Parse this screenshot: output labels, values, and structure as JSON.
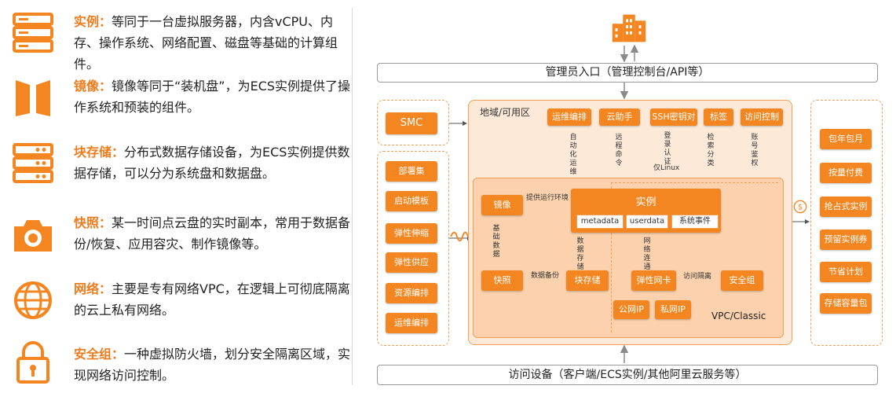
{
  "legend": [
    {
      "title": "实例：",
      "text": "等同于一台虚拟服务器，内含vCPU、内存、操作系统、网络配置、磁盘等基础的计算组件。",
      "icon": "server-icon"
    },
    {
      "title": "镜像：",
      "text": "镜像等同于“装机盘”，为ECS实例提供了操作系统和预装的组件。",
      "icon": "image-door-icon"
    },
    {
      "title": "块存储：",
      "text": "分布式数据存储设备，为ECS实例提供数据存储，可以分为系统盘和数据盘。",
      "icon": "storage-icon"
    },
    {
      "title": "快照：",
      "text": "某一时间点云盘的实时副本，常用于数据备份/恢复、应用容灾、制作镜像等。",
      "icon": "camera-icon"
    },
    {
      "title": "网络：",
      "text": "主要是专有网络VPC，在逻辑上可彻底隔离的云上私有网络。",
      "icon": "globe-icon"
    },
    {
      "title": "安全组：",
      "text": "一种虚拟防火墙，划分安全隔离区域，实现网络访问控制。",
      "icon": "lock-icon"
    }
  ],
  "diagram": {
    "top_bar": "管理员入口（管理控制台/API等）",
    "bottom_bar": "访问设备（客户端/ECS实例/其他阿里云服务等）",
    "smc": "SMC",
    "left_buttons": [
      "部署集",
      "启动模板",
      "弹性伸缩",
      "弹性供应",
      "资源编排",
      "运维编排"
    ],
    "right_buttons": [
      "包年包月",
      "按量付费",
      "抢占式实例",
      "预留实例券",
      "节省计划",
      "存储容量包"
    ],
    "region_label": "地域/可用区",
    "top_services": [
      "运维编排",
      "云助手",
      "SSH密钥对",
      "标签",
      "访问控制"
    ],
    "service_notes": [
      "自动化运维",
      "远程命令",
      "登录认证",
      "仅Linux",
      "检索分类",
      "账号鉴权"
    ],
    "instance": {
      "title": "实例",
      "items": [
        "metadata",
        "userdata",
        "系统事件"
      ]
    },
    "image": "镜像",
    "snapshot": "快照",
    "block_storage": "块存储",
    "eni": "弹性网卡",
    "security_group": "安全组",
    "public_ip": "公网IP",
    "private_ip": "私网IP",
    "vpc_label": "VPC/Classic",
    "edge_labels": {
      "provide_env": "提供运行环境",
      "base_data": "基础数据",
      "data_backup": "数据备份",
      "data_storage": "数据存储",
      "network_conn": "网络连通",
      "access_isolation": "访问隔离"
    },
    "colors": {
      "accent": "#f38620",
      "region_fill": "#fde9d8",
      "inner_fill": "#fbd2ad"
    }
  }
}
